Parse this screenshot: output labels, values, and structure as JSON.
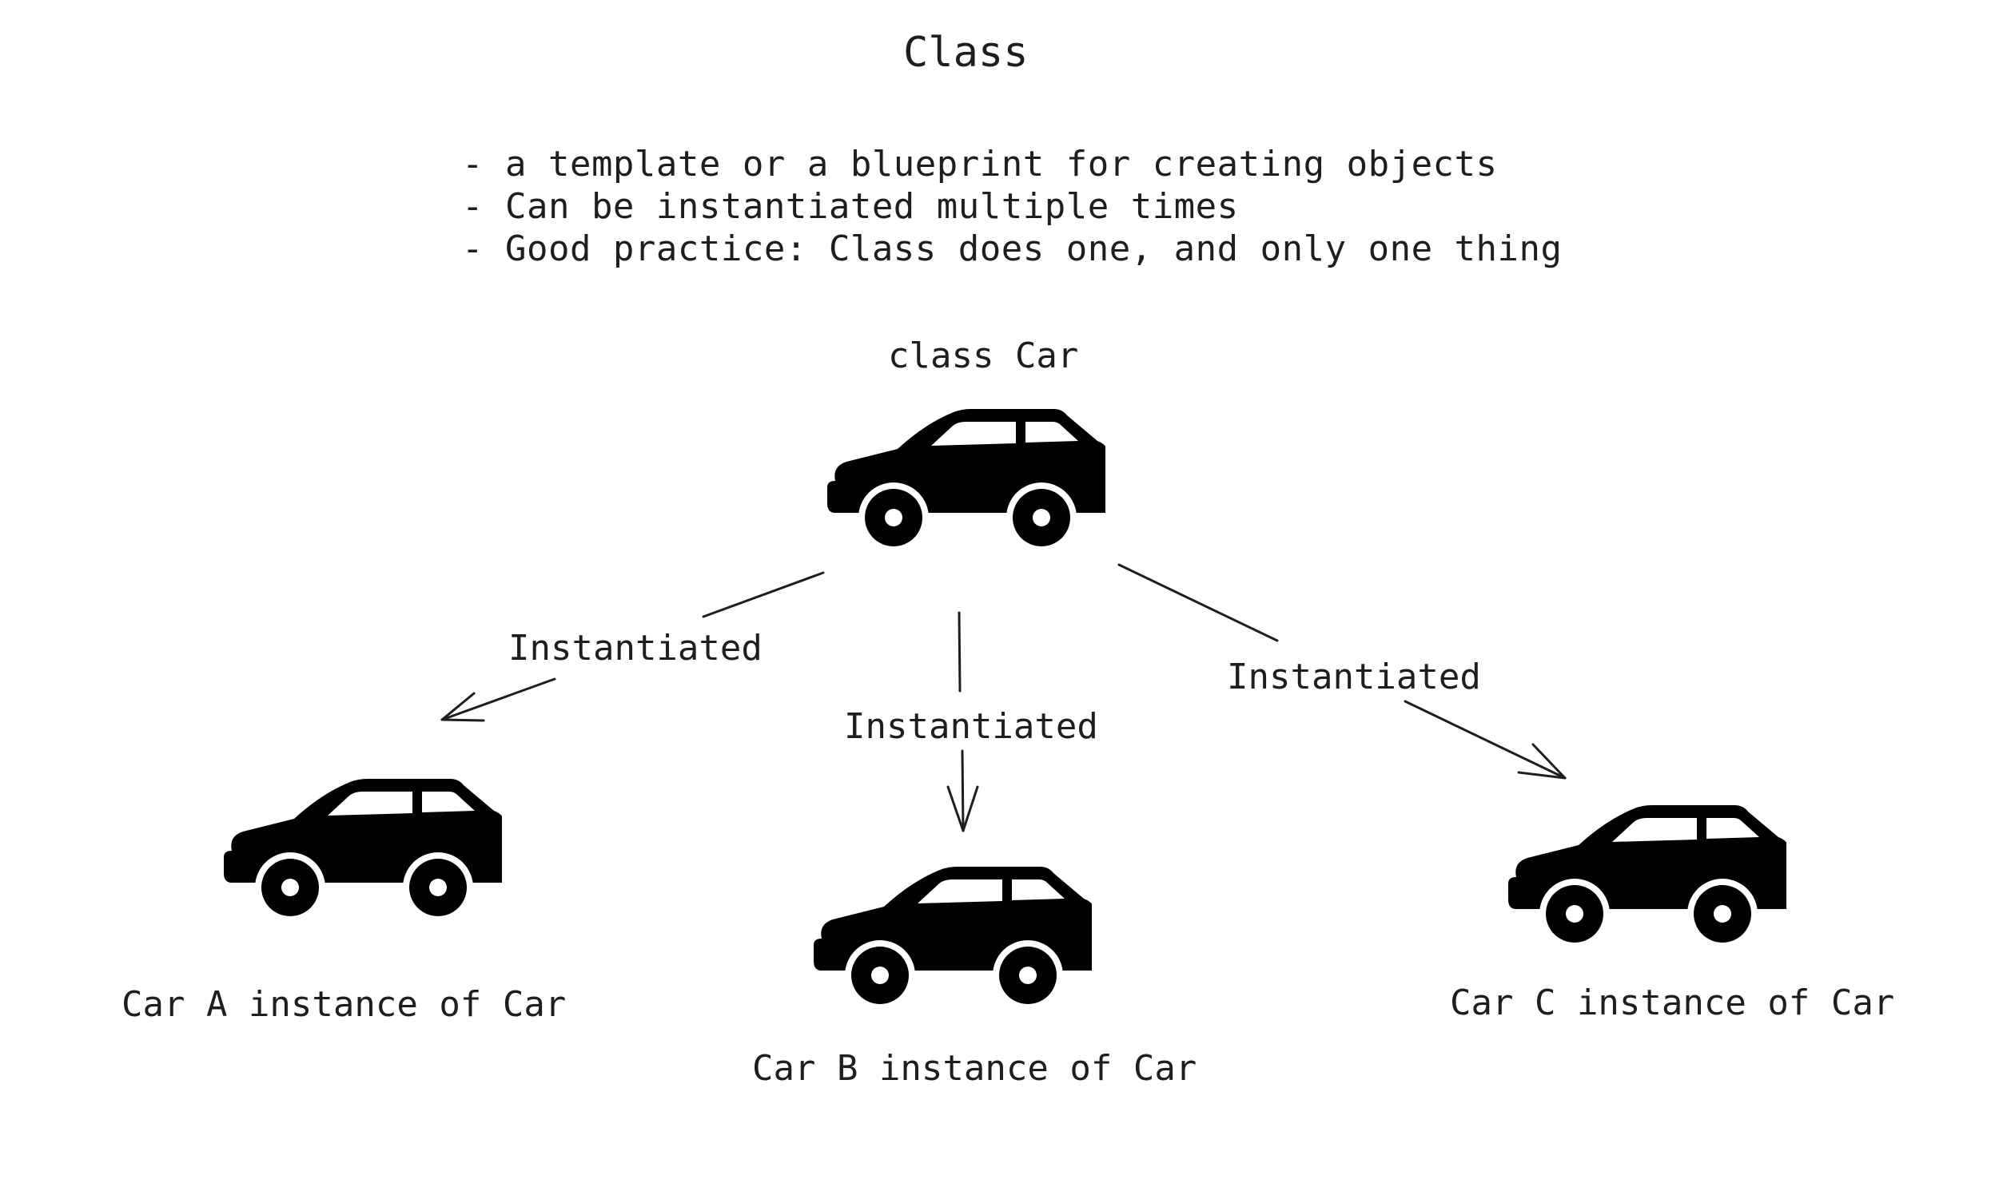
{
  "title": "Class",
  "bullets": [
    "- a template or a blueprint for creating objects",
    "- Can be instantiated multiple times",
    "- Good practice: Class does one, and only one thing"
  ],
  "class_label": "class Car",
  "edges": [
    {
      "label": "Instantiated",
      "from": "class Car",
      "to": "Car A instance of Car"
    },
    {
      "label": "Instantiated",
      "from": "class Car",
      "to": "Car B instance of Car"
    },
    {
      "label": "Instantiated",
      "from": "class Car",
      "to": "Car C instance of Car"
    }
  ],
  "instances": [
    {
      "caption": "Car A instance of Car",
      "icon": "car-icon"
    },
    {
      "caption": "Car B instance of Car",
      "icon": "car-icon"
    },
    {
      "caption": "Car C instance of Car",
      "icon": "car-icon"
    }
  ],
  "colors": {
    "ink": "#1e1e1e",
    "icon": "#000000",
    "background": "#ffffff"
  }
}
